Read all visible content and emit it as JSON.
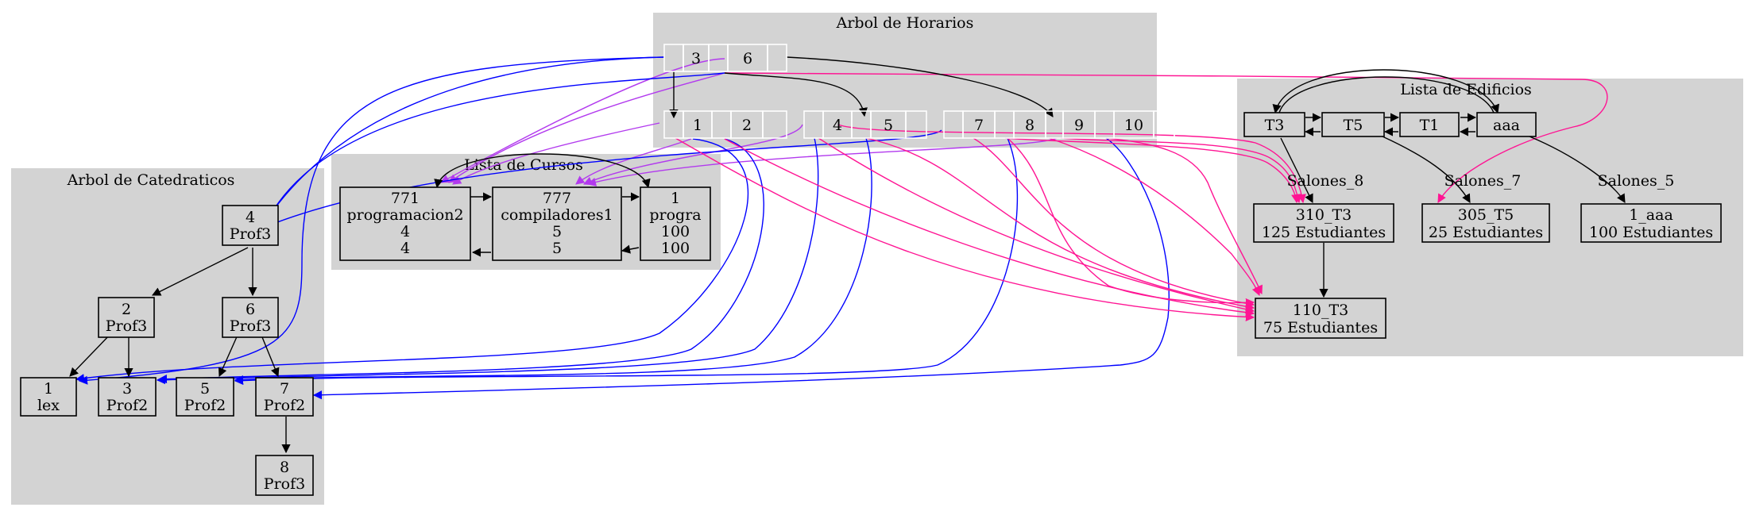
{
  "clusters": {
    "horarios": "Arbol de Horarios",
    "edificios": "Lista de Edificios",
    "catedraticos": "Arbol de Catedraticos",
    "cursos": "Lista de Cursos"
  },
  "horarios_nodes": {
    "root": [
      "3",
      "6"
    ],
    "left": [
      "1",
      "2"
    ],
    "mid": [
      "4",
      "5"
    ],
    "right": [
      "7",
      "8",
      "9",
      "10"
    ]
  },
  "catedraticos": [
    {
      "id": "4",
      "name": "Prof3"
    },
    {
      "id": "2",
      "name": "Prof3"
    },
    {
      "id": "6",
      "name": "Prof3"
    },
    {
      "id": "1",
      "name": "lex"
    },
    {
      "id": "3",
      "name": "Prof2"
    },
    {
      "id": "5",
      "name": "Prof2"
    },
    {
      "id": "7",
      "name": "Prof2"
    },
    {
      "id": "8",
      "name": "Prof3"
    }
  ],
  "cursos": [
    {
      "code": "771",
      "name": "programacion2",
      "a": "4",
      "b": "4"
    },
    {
      "code": "777",
      "name": "compiladores1",
      "a": "5",
      "b": "5"
    },
    {
      "code": "1",
      "name": "progra",
      "a": "100",
      "b": "100"
    }
  ],
  "edificios": [
    "T3",
    "T5",
    "T1",
    "aaa"
  ],
  "salones": [
    {
      "name": "310_T3",
      "cap": "125 Estudiantes"
    },
    {
      "name": "305_T5",
      "cap": "25 Estudiantes"
    },
    {
      "name": "1_aaa",
      "cap": "100 Estudiantes"
    },
    {
      "name": "110_T3",
      "cap": "75 Estudiantes"
    }
  ],
  "edge_labels": [
    "Salones_8",
    "Salones_7",
    "Salones_5"
  ],
  "colors": {
    "cluster_fill": "#d3d3d3",
    "schedule_to_teacher": "#0000ff",
    "schedule_to_room": "#ff1493",
    "schedule_to_course": "#b23aee",
    "structure": "#000000"
  }
}
